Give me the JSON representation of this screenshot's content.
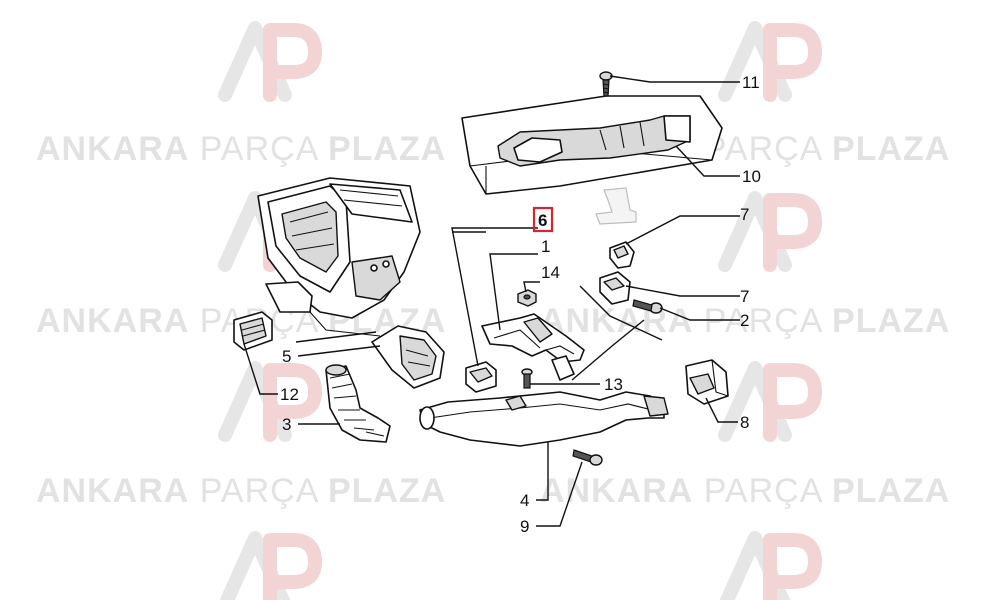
{
  "watermark": {
    "brand_bold_1": "ANKARA",
    "brand_light": "PARÇA",
    "brand_bold_2": "PLAZA",
    "logo_name": "ap-logo"
  },
  "highlight": {
    "label": "6",
    "color": "#d9232e"
  },
  "callouts": {
    "c1": "1",
    "c2": "2",
    "c3": "3",
    "c4": "4",
    "c5": "5",
    "c6": "6",
    "c7a": "7",
    "c7b": "7",
    "c8": "8",
    "c9": "9",
    "c10": "10",
    "c11": "11",
    "c12": "12",
    "c13": "13",
    "c14": "14"
  }
}
